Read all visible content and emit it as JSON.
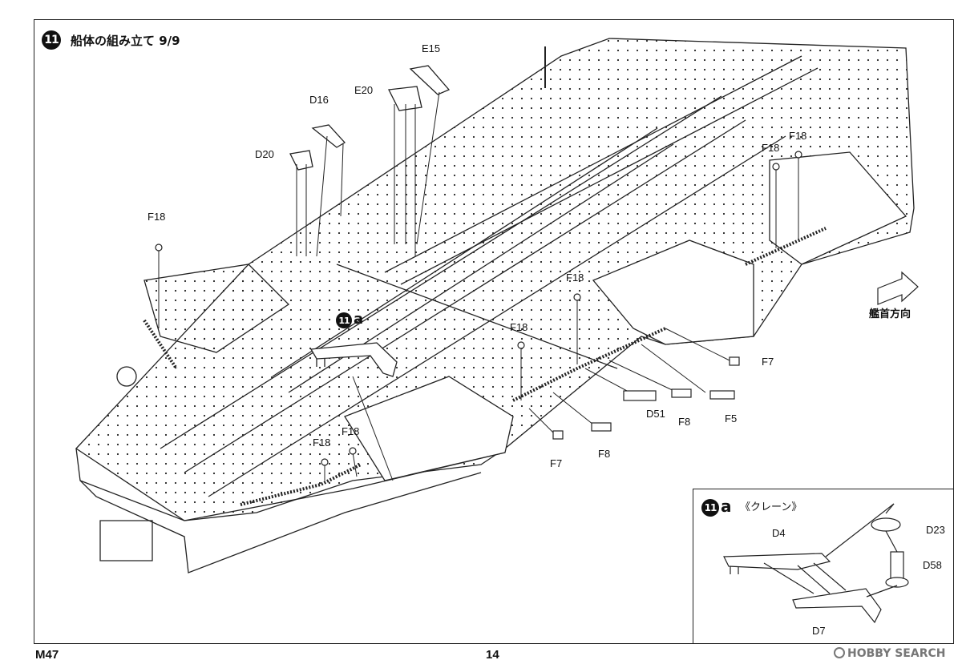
{
  "step": {
    "number": "11",
    "title": "船体の組み立て 9/9",
    "sub_letter": "a"
  },
  "direction_label": "艦首方向",
  "parts": {
    "e15": "E15",
    "e20": "E20",
    "d16": "D16",
    "d20": "D20",
    "f18": "F18",
    "f7": "F7",
    "f5": "F5",
    "f8": "F8",
    "d51": "D51"
  },
  "inset": {
    "title": "《クレーン》",
    "parts": {
      "d4": "D4",
      "d23": "D23",
      "d58": "D58",
      "d7": "D7"
    }
  },
  "footer": {
    "code": "M47",
    "page": "14"
  },
  "watermark": "HOBBY SEARCH"
}
